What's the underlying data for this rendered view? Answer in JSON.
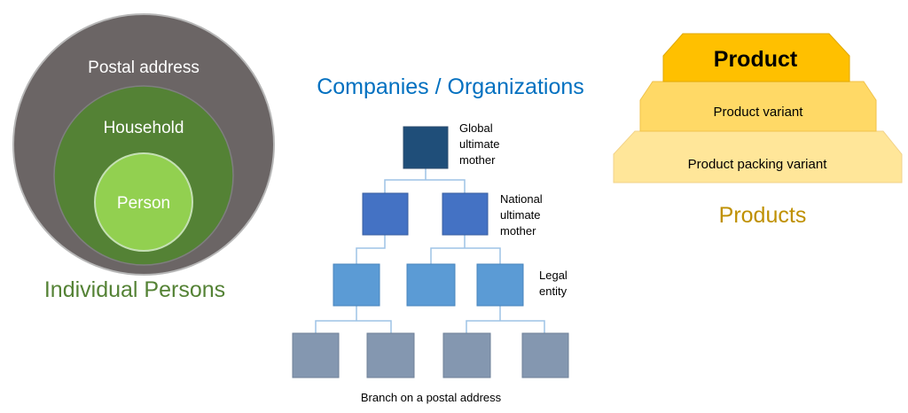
{
  "persons": {
    "postal_address": "Postal address",
    "household": "Household",
    "person": "Person",
    "caption": "Individual Persons",
    "colors": {
      "outer": "#6b6565",
      "middle": "#548235",
      "inner": "#92d050",
      "caption": "#548235"
    }
  },
  "companies": {
    "title": "Companies / Organizations",
    "global_label": [
      "Global",
      "ultimate",
      "mother"
    ],
    "national_label": [
      "National",
      "ultimate",
      "mother"
    ],
    "legal_label": [
      "Legal",
      "entity"
    ],
    "branch_caption": "Branch on a postal address",
    "colors": {
      "title": "#0070c0",
      "global": "#1f4e79",
      "national": "#4472c4",
      "legal": "#5b9bd5",
      "branch": "#8497b0",
      "connector": "#9dc3e6"
    }
  },
  "products": {
    "product": "Product",
    "variant": "Product variant",
    "packing_variant": "Product packing variant",
    "caption": "Products",
    "colors": {
      "top": "#ffc000",
      "middle": "#ffd966",
      "bottom": "#ffe699",
      "caption": "#bf9000"
    }
  }
}
